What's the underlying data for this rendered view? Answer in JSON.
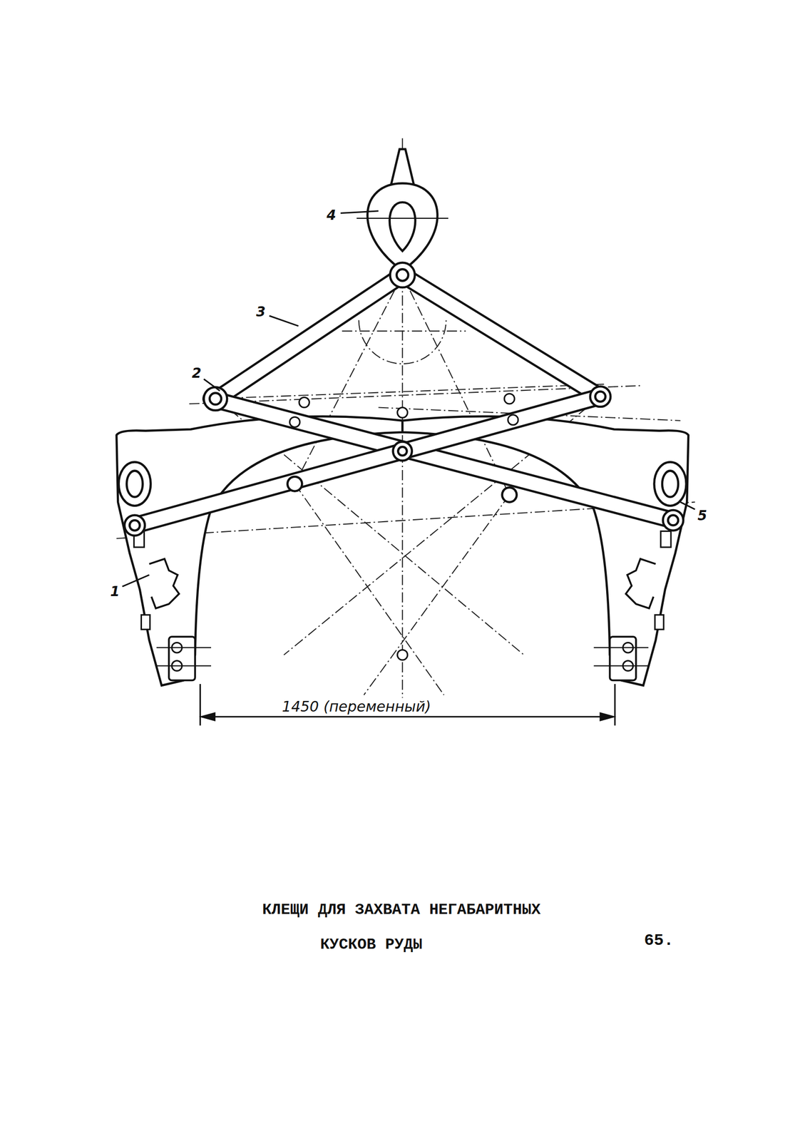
{
  "diagram": {
    "title": "КЛЕЩИ ДЛЯ ЗАХВАТА НЕГАБАРИТНЫХ КУСКОВ РУДЫ",
    "labels": [
      "4",
      "3",
      "2",
      "1",
      "5",
      "1450 (переменный)",
      "65."
    ]
  }
}
